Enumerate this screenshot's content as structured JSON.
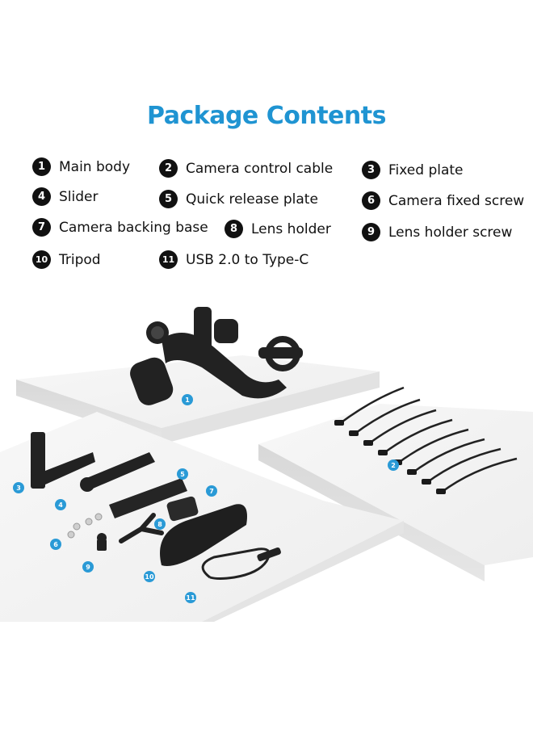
{
  "title": "Package Contents",
  "items": [
    {
      "num": "1",
      "label": "Main body"
    },
    {
      "num": "2",
      "label": "Camera control cable"
    },
    {
      "num": "3",
      "label": "Fixed plate"
    },
    {
      "num": "4",
      "label": "Slider"
    },
    {
      "num": "5",
      "label": "Quick release plate"
    },
    {
      "num": "6",
      "label": "Camera fixed screw"
    },
    {
      "num": "7",
      "label": "Camera backing base"
    },
    {
      "num": "8",
      "label": "Lens holder"
    },
    {
      "num": "9",
      "label": "Lens holder screw"
    },
    {
      "num": "10",
      "label": "Tripod"
    },
    {
      "num": "11",
      "label": "USB 2.0 to Type-C"
    }
  ],
  "markers": [
    "1",
    "2",
    "3",
    "4",
    "5",
    "6",
    "7",
    "8",
    "9",
    "10",
    "11"
  ],
  "colors": {
    "accent": "#1f94d2",
    "marker": "#2a9ad6",
    "text": "#111111"
  }
}
